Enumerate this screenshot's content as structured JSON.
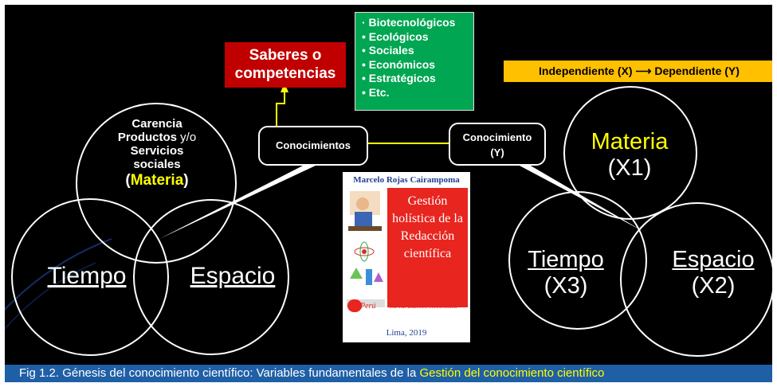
{
  "callouts": {
    "saberes": [
      "Saberes o",
      "competencias"
    ],
    "conocimientos": "Conocimientos",
    "conocimiento_y": [
      "Conocimiento",
      "(Y)"
    ]
  },
  "types_list": [
    "· Biotecnológicos",
    "• Ecológicos",
    "• Sociales",
    "• Económicos",
    "• Estratégicos",
    "• Etc."
  ],
  "variables_box": {
    "independent": "Independiente (X)",
    "arrow": "⟶",
    "dependent": "Dependiente (Y)"
  },
  "left_venn": {
    "top_lines": [
      "Carencia",
      "Productos",
      "y/o",
      "Servicios",
      "sociales"
    ],
    "materia_open": "(",
    "materia": "Materia",
    "materia_close": ")",
    "tiempo": "Tiempo",
    "espacio": "Espacio"
  },
  "right_venn": {
    "materia": "Materia",
    "materia_var": "(X1)",
    "tiempo": "Tiempo",
    "tiempo_var": "(X3)",
    "espacio": "Espacio",
    "espacio_var": "(X2)"
  },
  "book": {
    "author": "Marcelo Rojas Cairampoma",
    "title_lines": [
      "Gestión",
      "holística de la",
      "Redacción",
      "científica"
    ],
    "logo_text": "Perú",
    "edition": "6ta ed. Edición electrónica",
    "place": "Lima, 2019"
  },
  "caption": {
    "prefix": "Fig 1.2. Génesis del conocimiento científico: Variables fundamentales de la ",
    "highlight": "Gestión del conocimiento científico"
  },
  "colors": {
    "background": "#000000",
    "accent_yellow": "#ffff00",
    "red_box": "#c00000",
    "green_box": "#00a651",
    "orange_box": "#ffc000",
    "caption_bar": "#1f5fa6"
  }
}
